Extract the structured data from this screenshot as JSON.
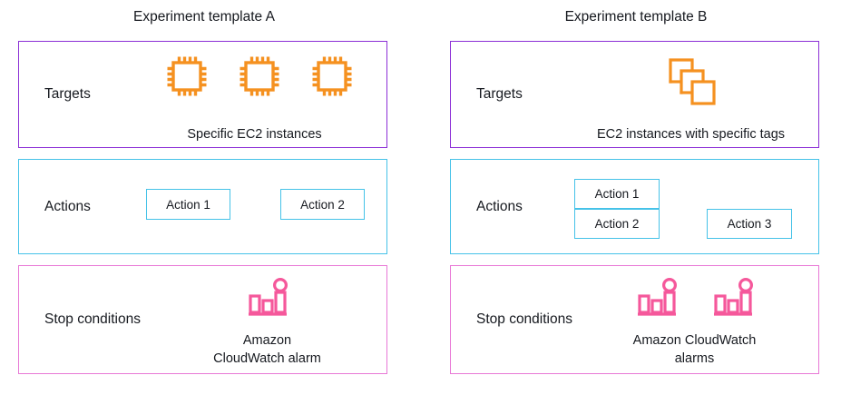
{
  "diagram": {
    "colors": {
      "targets_border": "#8c2fd6",
      "actions_border": "#45c2e8",
      "stop_border": "#e878d6",
      "icon_orange": "#f59120",
      "icon_pink": "#f5589b",
      "text": "#16191f",
      "background": "#ffffff"
    },
    "templates": [
      {
        "title": "Experiment template A",
        "sections": {
          "targets": {
            "label": "Targets",
            "caption": "Specific EC2 instances",
            "icon": "ec2-instance-chip-icon",
            "icon_count": 3
          },
          "actions": {
            "label": "Actions",
            "items": [
              {
                "label": "Action 1"
              },
              {
                "label": "Action 2"
              }
            ]
          },
          "stop_conditions": {
            "label": "Stop conditions",
            "caption": "Amazon\nCloudWatch alarm",
            "caption_line1": "Amazon",
            "caption_line2": "CloudWatch alarm",
            "icon": "cloudwatch-alarm-icon",
            "icon_count": 1
          }
        }
      },
      {
        "title": "Experiment template B",
        "sections": {
          "targets": {
            "label": "Targets",
            "caption": "EC2 instances with specific tags",
            "icon": "ec2-instances-stack-icon",
            "icon_count": 1
          },
          "actions": {
            "label": "Actions",
            "items": [
              {
                "label": "Action 1"
              },
              {
                "label": "Action 2"
              },
              {
                "label": "Action 3"
              }
            ]
          },
          "stop_conditions": {
            "label": "Stop conditions",
            "caption_line1": "Amazon CloudWatch",
            "caption_line2": "alarms",
            "icon": "cloudwatch-alarm-icon",
            "icon_count": 2
          }
        }
      }
    ]
  }
}
